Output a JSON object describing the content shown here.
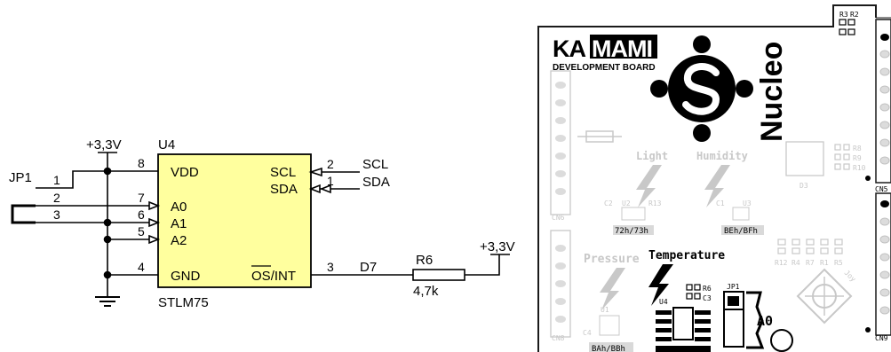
{
  "schematic": {
    "chip": {
      "ref": "U4",
      "part": "STLM75",
      "pins": {
        "vdd": {
          "label": "VDD",
          "num": "8"
        },
        "a0": {
          "label": "A0",
          "num": "7"
        },
        "a1": {
          "label": "A1",
          "num": "6"
        },
        "a2": {
          "label": "A2",
          "num": "5"
        },
        "gnd": {
          "label": "GND",
          "num": "4"
        },
        "scl": {
          "label": "SCL",
          "num": "2"
        },
        "sda": {
          "label": "SDA",
          "num": "1"
        },
        "os": {
          "label_over": "OS",
          "label_rest": "/INT",
          "num": "3"
        }
      }
    },
    "power_left": "+3,3V",
    "power_right": "+3,3V",
    "jumper": {
      "ref": "JP1",
      "pins": [
        "1",
        "2",
        "3"
      ]
    },
    "net_scl": "SCL",
    "net_sda": "SDA",
    "net_d7": "D7",
    "resistor": {
      "ref": "R6",
      "value": "4,7k"
    }
  },
  "board": {
    "brand_ka": "KA",
    "brand_mami": "MAMI",
    "brand_sub": "DEVELOPMENT BOARD",
    "nucleo": "Nucleo",
    "labels": {
      "light": "Light",
      "humidity": "Humidity",
      "pressure": "Pressure",
      "temperature": "Temperature",
      "addr_light": "72h/73h",
      "addr_humidity": "BEh/BFh",
      "addr_pressure": "BAh/BBh",
      "a0": "A0",
      "joy": "Joy"
    },
    "refs": {
      "r3": "R3",
      "r2": "R2",
      "cn5": "CN5",
      "cn9": "CN9",
      "cn6": "CN6",
      "cn8": "CN8",
      "r8": "R8",
      "r9": "R9",
      "r10": "R10",
      "d3": "D3",
      "c2": "C2",
      "u2": "U2",
      "r13": "R13",
      "c1": "C1",
      "u3": "U3",
      "r12": "R12",
      "r4": "R4",
      "r7": "R7",
      "r1": "R1",
      "r5": "R5",
      "u1": "U1",
      "c4": "C4",
      "u4": "U4",
      "r6": "R6",
      "c3": "C3",
      "jp1": "JP1"
    },
    "colors": {
      "outline": "#1a1a1a",
      "silk_gray": "#c8c8c8",
      "pad_gray": "#dcdcdc",
      "schematic_chip": "#ffff9e",
      "address_box": "#d9d9d9",
      "highlight": "#000000"
    }
  }
}
